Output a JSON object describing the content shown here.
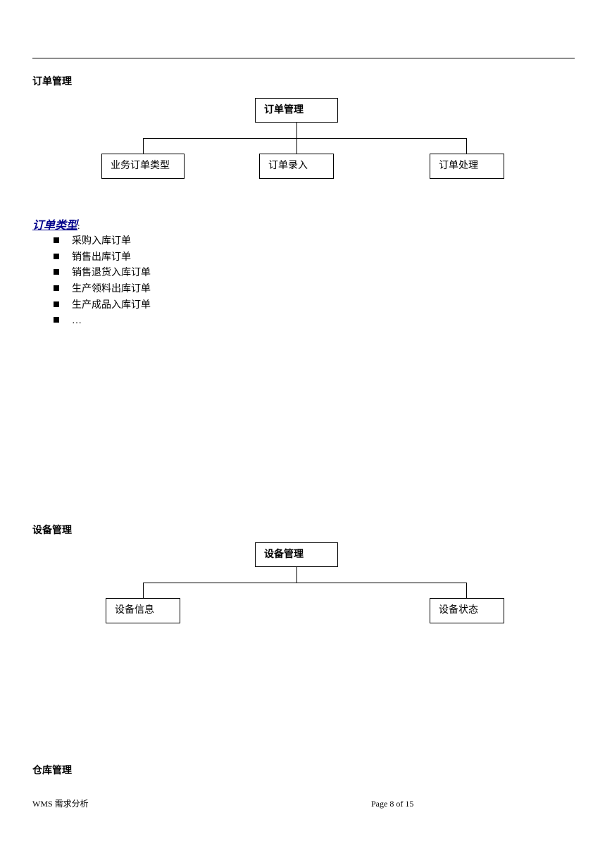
{
  "order_section": {
    "heading": "订单管理",
    "root": "订单管理",
    "children": [
      "业务订单类型",
      "订单录入",
      "订单处理"
    ]
  },
  "order_types": {
    "title": "订单类型",
    "colon": ":",
    "items": [
      "采购入库订单",
      "销售出库订单",
      "销售退货入库订单",
      "生产领料出库订单",
      "生产成品入库订单",
      "…"
    ]
  },
  "equipment_section": {
    "heading": "设备管理",
    "root": "设备管理",
    "children": [
      "设备信息",
      "设备状态"
    ]
  },
  "warehouse_section": {
    "heading": "仓库管理"
  },
  "footer": {
    "doc_title": "WMS 需求分析",
    "page": "Page 8 of 15"
  }
}
